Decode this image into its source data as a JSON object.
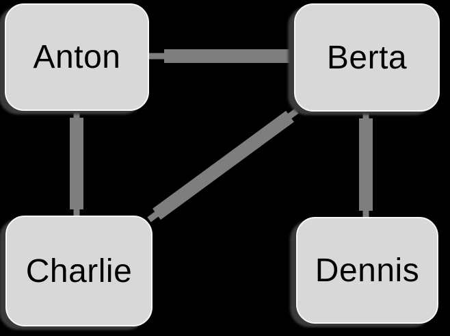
{
  "diagram": {
    "background_color": "#000000",
    "node_fill_color": "#d8d8d8",
    "node_border_color": "#f8f8f8",
    "node_text_color": "#000000",
    "node_shadow_color": "#3a3a3a",
    "edge_color": "#7e7e7e",
    "nodes": [
      {
        "id": "anton",
        "label": "Anton"
      },
      {
        "id": "berta",
        "label": "Berta"
      },
      {
        "id": "charlie",
        "label": "Charlie"
      },
      {
        "id": "dennis",
        "label": "Dennis"
      }
    ],
    "edges": [
      {
        "from": "berta",
        "to": "anton",
        "orientation": "horizontal"
      },
      {
        "from": "anton",
        "to": "charlie",
        "orientation": "vertical"
      },
      {
        "from": "berta",
        "to": "charlie",
        "orientation": "diagonal"
      },
      {
        "from": "berta",
        "to": "dennis",
        "orientation": "vertical"
      }
    ]
  }
}
